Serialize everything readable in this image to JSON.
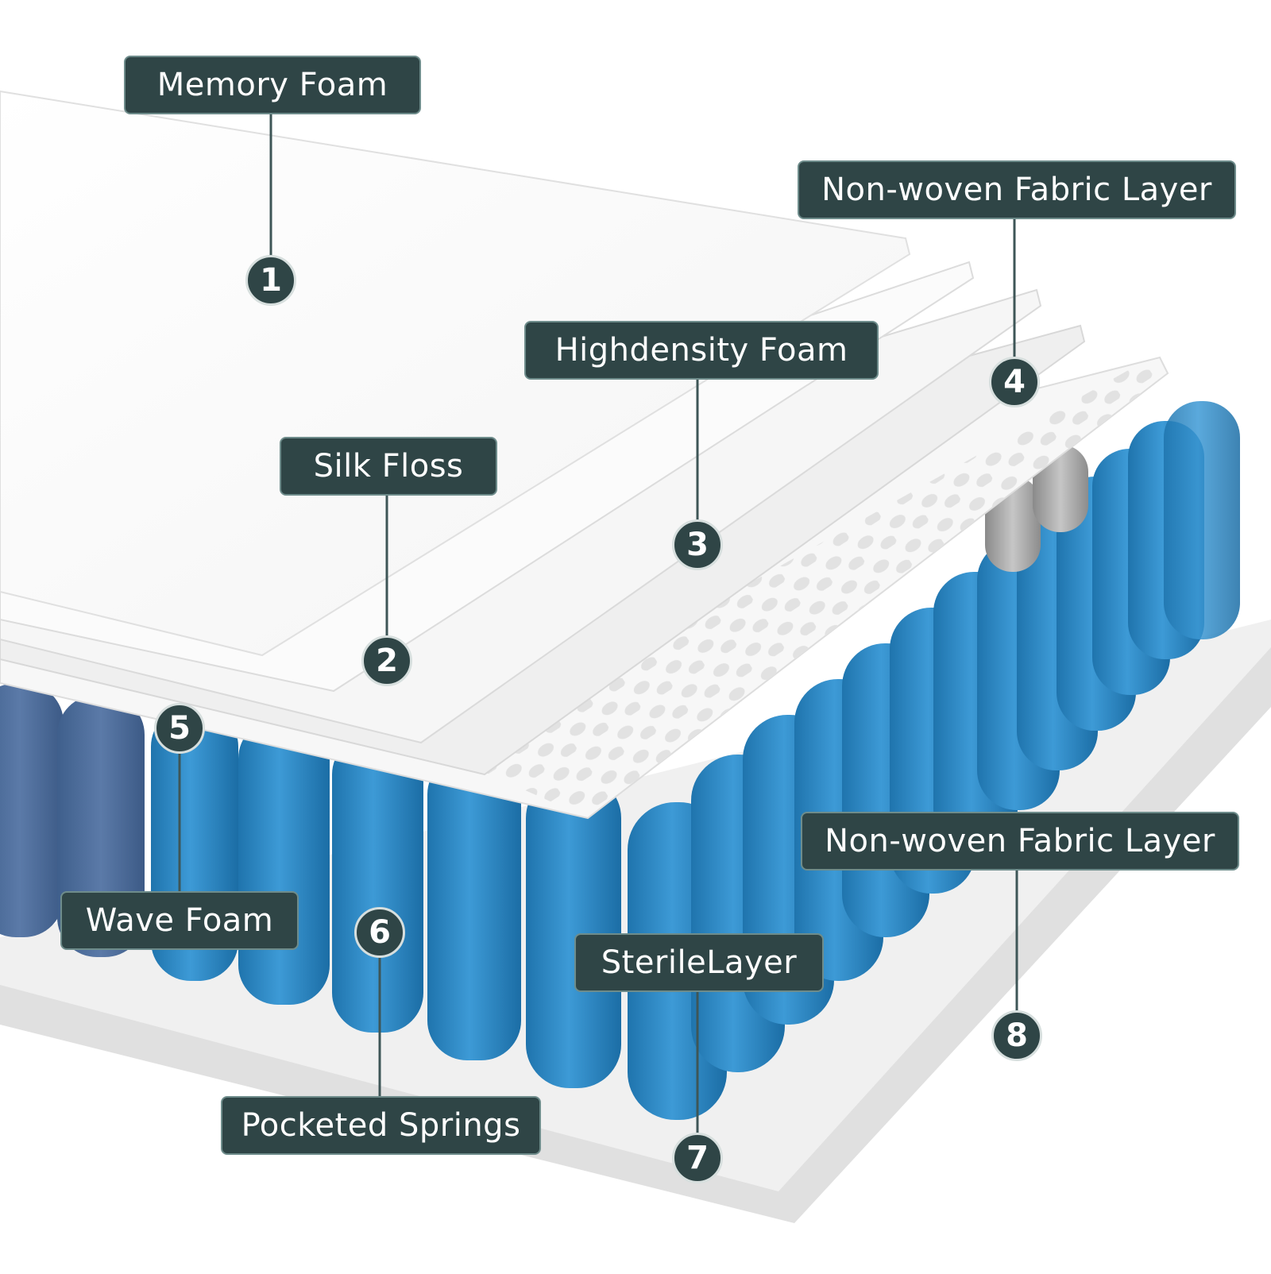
{
  "colors": {
    "label_bg": "#2f4546",
    "label_border": "#6e8c8b",
    "leader_line": "#3e5657",
    "spring_blue": "#2c86c2",
    "spring_slate": "#4f6f9e",
    "fabric_gray": "#dcdcdc"
  },
  "layers": [
    {
      "number": "1",
      "label": "Memory Foam"
    },
    {
      "number": "2",
      "label": "Silk Floss"
    },
    {
      "number": "3",
      "label": "Highdensity Foam"
    },
    {
      "number": "4",
      "label": "Non-woven Fabric Layer"
    },
    {
      "number": "5",
      "label": "Wave Foam"
    },
    {
      "number": "6",
      "label": "Pocketed Springs"
    },
    {
      "number": "7",
      "label": "SterileLayer"
    },
    {
      "number": "8",
      "label": "Non-woven Fabric Layer"
    }
  ]
}
